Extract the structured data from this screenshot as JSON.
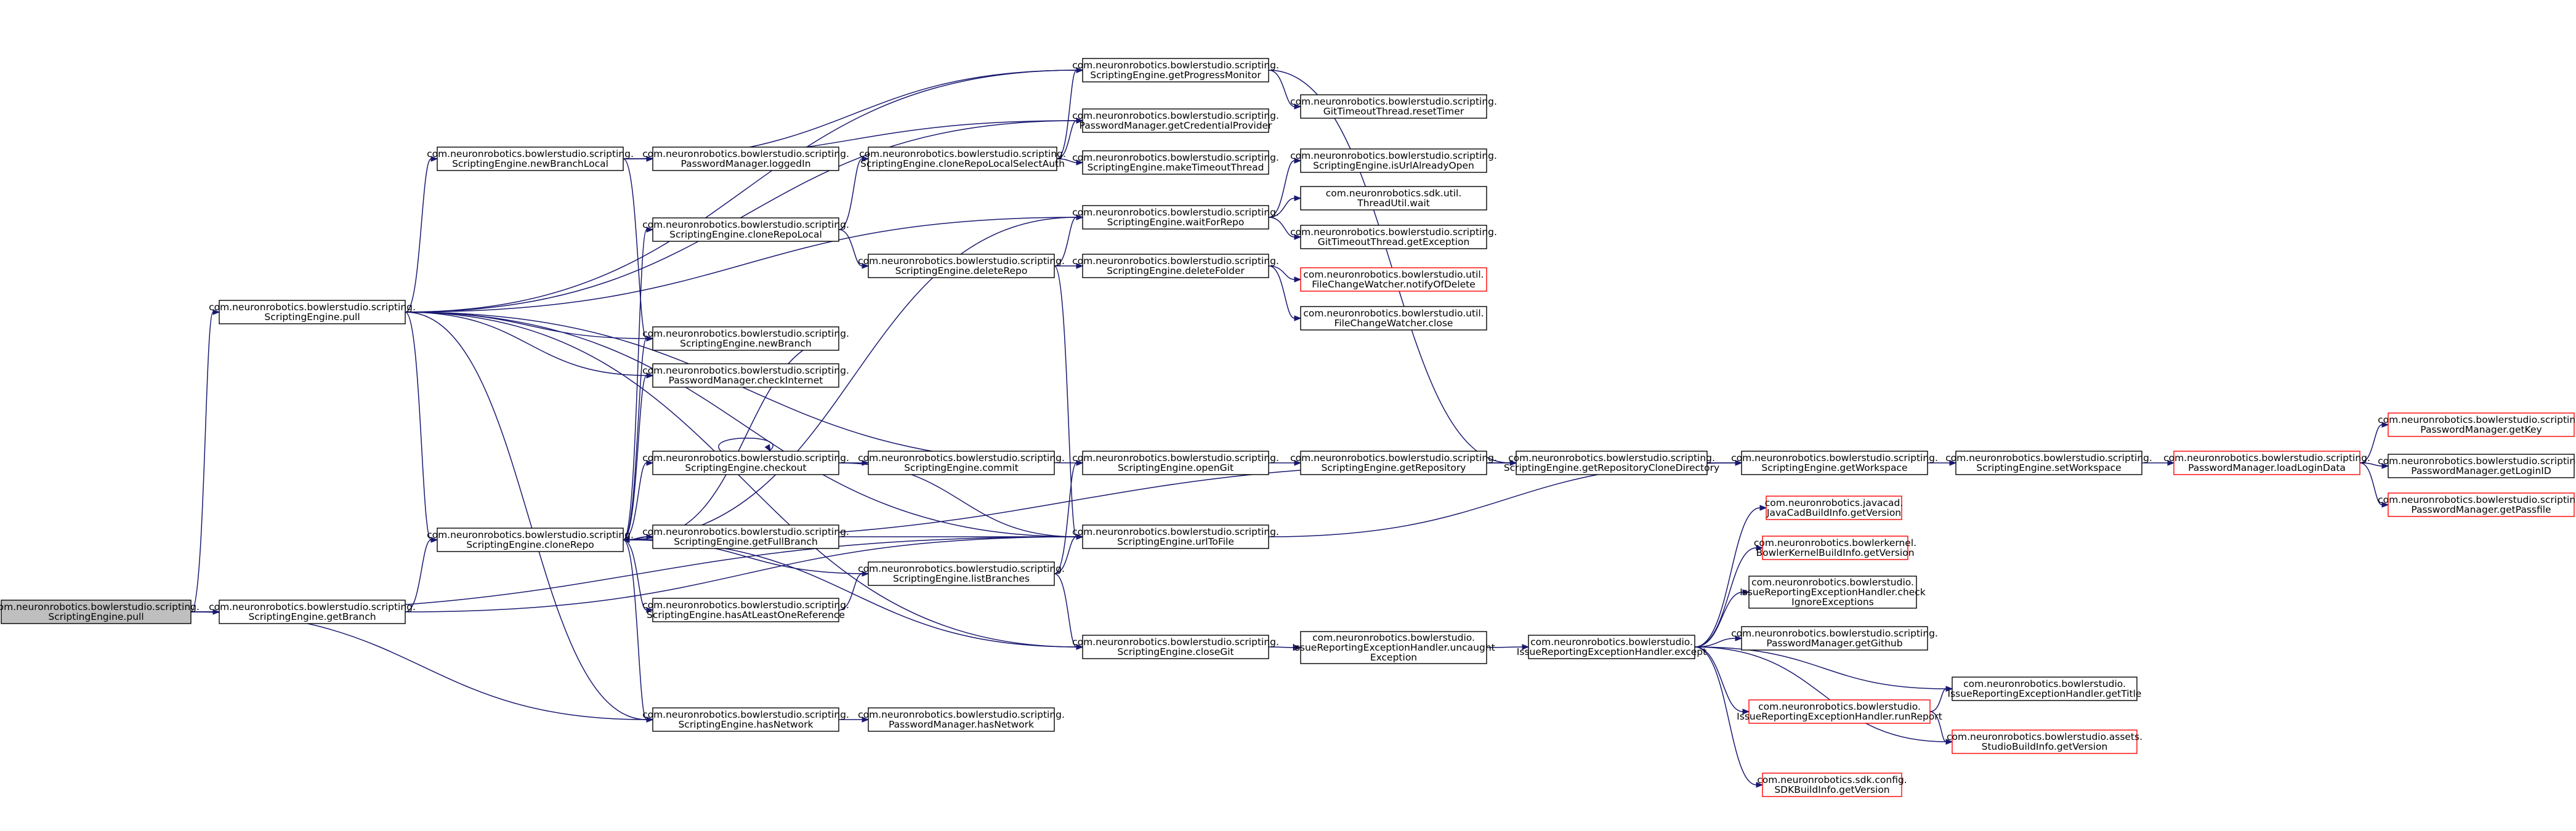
{
  "graph": {
    "nodes": [
      {
        "id": "root",
        "lines": [
          "com.neuronrobotics.bowlerstudio.scripting.",
          "ScriptingEngine.pull"
        ],
        "style": "root"
      },
      {
        "id": "pull2",
        "lines": [
          "com.neuronrobotics.bowlerstudio.scripting.",
          "ScriptingEngine.pull"
        ],
        "style": "normal"
      },
      {
        "id": "getBranch",
        "lines": [
          "com.neuronrobotics.bowlerstudio.scripting.",
          "ScriptingEngine.getBranch"
        ],
        "style": "normal"
      },
      {
        "id": "newBranchLocal",
        "lines": [
          "com.neuronrobotics.bowlerstudio.scripting.",
          "ScriptingEngine.newBranchLocal"
        ],
        "style": "normal"
      },
      {
        "id": "cloneRepo",
        "lines": [
          "com.neuronrobotics.bowlerstudio.scripting.",
          "ScriptingEngine.cloneRepo"
        ],
        "style": "normal"
      },
      {
        "id": "loggedIn",
        "lines": [
          "com.neuronrobotics.bowlerstudio.scripting.",
          "PasswordManager.loggedIn"
        ],
        "style": "normal"
      },
      {
        "id": "cloneRepoLocal",
        "lines": [
          "com.neuronrobotics.bowlerstudio.scripting.",
          "ScriptingEngine.cloneRepoLocal"
        ],
        "style": "normal"
      },
      {
        "id": "newBranch",
        "lines": [
          "com.neuronrobotics.bowlerstudio.scripting.",
          "ScriptingEngine.newBranch"
        ],
        "style": "normal"
      },
      {
        "id": "checkInternet",
        "lines": [
          "com.neuronrobotics.bowlerstudio.scripting.",
          "PasswordManager.checkInternet"
        ],
        "style": "normal"
      },
      {
        "id": "checkout",
        "lines": [
          "com.neuronrobotics.bowlerstudio.scripting.",
          "ScriptingEngine.checkout"
        ],
        "style": "normal"
      },
      {
        "id": "getFullBranch",
        "lines": [
          "com.neuronrobotics.bowlerstudio.scripting.",
          "ScriptingEngine.getFullBranch"
        ],
        "style": "normal"
      },
      {
        "id": "hasAtLeastOneReference",
        "lines": [
          "com.neuronrobotics.bowlerstudio.scripting.",
          "ScriptingEngine.hasAtLeastOneReference"
        ],
        "style": "normal"
      },
      {
        "id": "hasNetworkSE",
        "lines": [
          "com.neuronrobotics.bowlerstudio.scripting.",
          "ScriptingEngine.hasNetwork"
        ],
        "style": "normal"
      },
      {
        "id": "cloneRepoLocalSelectAuth",
        "lines": [
          "com.neuronrobotics.bowlerstudio.scripting.",
          "ScriptingEngine.cloneRepoLocalSelectAuth"
        ],
        "style": "normal"
      },
      {
        "id": "deleteRepo",
        "lines": [
          "com.neuronrobotics.bowlerstudio.scripting.",
          "ScriptingEngine.deleteRepo"
        ],
        "style": "normal"
      },
      {
        "id": "commit",
        "lines": [
          "com.neuronrobotics.bowlerstudio.scripting.",
          "ScriptingEngine.commit"
        ],
        "style": "normal"
      },
      {
        "id": "listBranches",
        "lines": [
          "com.neuronrobotics.bowlerstudio.scripting.",
          "ScriptingEngine.listBranches"
        ],
        "style": "normal"
      },
      {
        "id": "hasNetworkPM",
        "lines": [
          "com.neuronrobotics.bowlerstudio.scripting.",
          "PasswordManager.hasNetwork"
        ],
        "style": "normal"
      },
      {
        "id": "getProgressMonitor",
        "lines": [
          "com.neuronrobotics.bowlerstudio.scripting.",
          "ScriptingEngine.getProgressMonitor"
        ],
        "style": "normal"
      },
      {
        "id": "getCredentialProvider",
        "lines": [
          "com.neuronrobotics.bowlerstudio.scripting.",
          "PasswordManager.getCredentialProvider"
        ],
        "style": "normal"
      },
      {
        "id": "makeTimeoutThread",
        "lines": [
          "com.neuronrobotics.bowlerstudio.scripting.",
          "ScriptingEngine.makeTimeoutThread"
        ],
        "style": "normal"
      },
      {
        "id": "waitForRepo",
        "lines": [
          "com.neuronrobotics.bowlerstudio.scripting.",
          "ScriptingEngine.waitForRepo"
        ],
        "style": "normal"
      },
      {
        "id": "deleteFolder",
        "lines": [
          "com.neuronrobotics.bowlerstudio.scripting.",
          "ScriptingEngine.deleteFolder"
        ],
        "style": "normal"
      },
      {
        "id": "openGit",
        "lines": [
          "com.neuronrobotics.bowlerstudio.scripting.",
          "ScriptingEngine.openGit"
        ],
        "style": "normal"
      },
      {
        "id": "urlToFile",
        "lines": [
          "com.neuronrobotics.bowlerstudio.scripting.",
          "ScriptingEngine.urlToFile"
        ],
        "style": "normal"
      },
      {
        "id": "closeGit",
        "lines": [
          "com.neuronrobotics.bowlerstudio.scripting.",
          "ScriptingEngine.closeGit"
        ],
        "style": "normal"
      },
      {
        "id": "resetTimer",
        "lines": [
          "com.neuronrobotics.bowlerstudio.scripting.",
          "GitTimeoutThread.resetTimer"
        ],
        "style": "normal"
      },
      {
        "id": "isUrlAlreadyOpen",
        "lines": [
          "com.neuronrobotics.bowlerstudio.scripting.",
          "ScriptingEngine.isUrlAlreadyOpen"
        ],
        "style": "normal"
      },
      {
        "id": "threadWait",
        "lines": [
          "com.neuronrobotics.sdk.util.",
          "ThreadUtil.wait"
        ],
        "style": "normal"
      },
      {
        "id": "gitGetException",
        "lines": [
          "com.neuronrobotics.bowlerstudio.scripting.",
          "GitTimeoutThread.getException"
        ],
        "style": "normal"
      },
      {
        "id": "notifyOfDelete",
        "lines": [
          "com.neuronrobotics.bowlerstudio.util.",
          "FileChangeWatcher.notifyOfDelete"
        ],
        "style": "red"
      },
      {
        "id": "fcwClose",
        "lines": [
          "com.neuronrobotics.bowlerstudio.util.",
          "FileChangeWatcher.close"
        ],
        "style": "normal"
      },
      {
        "id": "getRepository",
        "lines": [
          "com.neuronrobotics.bowlerstudio.scripting.",
          "ScriptingEngine.getRepository"
        ],
        "style": "normal"
      },
      {
        "id": "uncaughtException",
        "lines": [
          "com.neuronrobotics.bowlerstudio.",
          "IssueReportingExceptionHandler.uncaught",
          "Exception"
        ],
        "style": "normal"
      },
      {
        "id": "getRepositoryCloneDirectory",
        "lines": [
          "com.neuronrobotics.bowlerstudio.scripting.",
          "ScriptingEngine.getRepositoryCloneDirectory"
        ],
        "style": "normal"
      },
      {
        "id": "except",
        "lines": [
          "com.neuronrobotics.bowlerstudio.",
          "IssueReportingExceptionHandler.except"
        ],
        "style": "normal"
      },
      {
        "id": "getWorkspace",
        "lines": [
          "com.neuronrobotics.bowlerstudio.scripting.",
          "ScriptingEngine.getWorkspace"
        ],
        "style": "normal"
      },
      {
        "id": "javaCadGetVersion",
        "lines": [
          "com.neuronrobotics.javacad.",
          "JavaCadBuildInfo.getVersion"
        ],
        "style": "red"
      },
      {
        "id": "bowlerKernelGetVersion",
        "lines": [
          "com.neuronrobotics.bowlerkernel.",
          "BowlerKernelBuildInfo.getVersion"
        ],
        "style": "red"
      },
      {
        "id": "checkIgnoreExceptions",
        "lines": [
          "com.neuronrobotics.bowlerstudio.",
          "IssueReportingExceptionHandler.check",
          "IgnoreExceptions"
        ],
        "style": "normal"
      },
      {
        "id": "getGithub",
        "lines": [
          "com.neuronrobotics.bowlerstudio.scripting.",
          "PasswordManager.getGithub"
        ],
        "style": "normal"
      },
      {
        "id": "runReport",
        "lines": [
          "com.neuronrobotics.bowlerstudio.",
          "IssueReportingExceptionHandler.runReport"
        ],
        "style": "red"
      },
      {
        "id": "sdkGetVersion",
        "lines": [
          "com.neuronrobotics.sdk.config.",
          "SDKBuildInfo.getVersion"
        ],
        "style": "red"
      },
      {
        "id": "setWorkspace",
        "lines": [
          "com.neuronrobotics.bowlerstudio.scripting.",
          "ScriptingEngine.setWorkspace"
        ],
        "style": "normal"
      },
      {
        "id": "getTitle",
        "lines": [
          "com.neuronrobotics.bowlerstudio.",
          "IssueReportingExceptionHandler.getTitle"
        ],
        "style": "normal"
      },
      {
        "id": "studioGetVersion",
        "lines": [
          "com.neuronrobotics.bowlerstudio.assets.",
          "StudioBuildInfo.getVersion"
        ],
        "style": "red"
      },
      {
        "id": "loadLoginData",
        "lines": [
          "com.neuronrobotics.bowlerstudio.scripting.",
          "PasswordManager.loadLoginData"
        ],
        "style": "red"
      },
      {
        "id": "getKey",
        "lines": [
          "com.neuronrobotics.bowlerstudio.scripting.",
          "PasswordManager.getKey"
        ],
        "style": "red"
      },
      {
        "id": "getLoginID",
        "lines": [
          "com.neuronrobotics.bowlerstudio.scripting.",
          "PasswordManager.getLoginID"
        ],
        "style": "normal"
      },
      {
        "id": "getPassfile",
        "lines": [
          "com.neuronrobotics.bowlerstudio.scripting.",
          "PasswordManager.getPassfile"
        ],
        "style": "red"
      }
    ],
    "edges": [
      [
        "root",
        "pull2"
      ],
      [
        "root",
        "getBranch"
      ],
      [
        "root",
        "hasNetworkSE"
      ],
      [
        "root",
        "urlToFile"
      ],
      [
        "pull2",
        "newBranchLocal"
      ],
      [
        "pull2",
        "cloneRepo"
      ],
      [
        "pull2",
        "newBranch"
      ],
      [
        "pull2",
        "checkInternet"
      ],
      [
        "pull2",
        "hasNetworkSE"
      ],
      [
        "pull2",
        "getProgressMonitor"
      ],
      [
        "pull2",
        "getCredentialProvider"
      ],
      [
        "pull2",
        "waitForRepo"
      ],
      [
        "pull2",
        "openGit"
      ],
      [
        "pull2",
        "urlToFile"
      ],
      [
        "pull2",
        "closeGit"
      ],
      [
        "getBranch",
        "cloneRepo"
      ],
      [
        "getBranch",
        "urlToFile"
      ],
      [
        "newBranchLocal",
        "loggedIn"
      ],
      [
        "newBranchLocal",
        "getCredentialProvider"
      ],
      [
        "newBranchLocal",
        "getProgressMonitor"
      ],
      [
        "newBranchLocal",
        "newBranch"
      ],
      [
        "cloneRepo",
        "cloneRepoLocal"
      ],
      [
        "cloneRepo",
        "newBranch"
      ],
      [
        "cloneRepo",
        "checkInternet"
      ],
      [
        "cloneRepo",
        "checkout"
      ],
      [
        "cloneRepo",
        "getFullBranch"
      ],
      [
        "cloneRepo",
        "hasAtLeastOneReference"
      ],
      [
        "cloneRepo",
        "hasNetworkSE"
      ],
      [
        "cloneRepo",
        "waitForRepo"
      ],
      [
        "cloneRepo",
        "getRepositoryCloneDirectory"
      ],
      [
        "cloneRepo",
        "closeGit"
      ],
      [
        "cloneRepoLocal",
        "cloneRepoLocalSelectAuth"
      ],
      [
        "cloneRepoLocal",
        "deleteRepo"
      ],
      [
        "newBranch",
        "getFullBranch"
      ],
      [
        "checkout",
        "checkout"
      ],
      [
        "checkout",
        "commit"
      ],
      [
        "checkout",
        "urlToFile"
      ],
      [
        "getFullBranch",
        "cloneRepo"
      ],
      [
        "getFullBranch",
        "urlToFile"
      ],
      [
        "hasAtLeastOneReference",
        "listBranches"
      ],
      [
        "hasNetworkSE",
        "hasNetworkPM"
      ],
      [
        "cloneRepoLocalSelectAuth",
        "getProgressMonitor"
      ],
      [
        "cloneRepoLocalSelectAuth",
        "getCredentialProvider"
      ],
      [
        "cloneRepoLocalSelectAuth",
        "makeTimeoutThread"
      ],
      [
        "deleteRepo",
        "waitForRepo"
      ],
      [
        "deleteRepo",
        "deleteFolder"
      ],
      [
        "deleteRepo",
        "urlToFile"
      ],
      [
        "listBranches",
        "cloneRepo"
      ],
      [
        "listBranches",
        "openGit"
      ],
      [
        "listBranches",
        "urlToFile"
      ],
      [
        "listBranches",
        "closeGit"
      ],
      [
        "getProgressMonitor",
        "resetTimer"
      ],
      [
        "getProgressMonitor",
        "getRepositoryCloneDirectory"
      ],
      [
        "waitForRepo",
        "isUrlAlreadyOpen"
      ],
      [
        "waitForRepo",
        "threadWait"
      ],
      [
        "waitForRepo",
        "gitGetException"
      ],
      [
        "deleteFolder",
        "notifyOfDelete"
      ],
      [
        "deleteFolder",
        "fcwClose"
      ],
      [
        "openGit",
        "getRepository"
      ],
      [
        "getRepository",
        "getRepositoryCloneDirectory"
      ],
      [
        "urlToFile",
        "getWorkspace"
      ],
      [
        "closeGit",
        "uncaughtException"
      ],
      [
        "uncaughtException",
        "except"
      ],
      [
        "getRepositoryCloneDirectory",
        "getWorkspace"
      ],
      [
        "getWorkspace",
        "setWorkspace"
      ],
      [
        "setWorkspace",
        "loadLoginData"
      ],
      [
        "loadLoginData",
        "getKey"
      ],
      [
        "loadLoginData",
        "getLoginID"
      ],
      [
        "loadLoginData",
        "getPassfile"
      ],
      [
        "except",
        "javaCadGetVersion"
      ],
      [
        "except",
        "bowlerKernelGetVersion"
      ],
      [
        "except",
        "checkIgnoreExceptions"
      ],
      [
        "except",
        "getGithub"
      ],
      [
        "except",
        "runReport"
      ],
      [
        "except",
        "getTitle"
      ],
      [
        "except",
        "studioGetVersion"
      ],
      [
        "except",
        "sdkGetVersion"
      ],
      [
        "runReport",
        "getTitle"
      ],
      [
        "runReport",
        "studioGetVersion"
      ]
    ]
  },
  "colors": {
    "edge": "#191970",
    "node_border": "#000000",
    "node_border_red": "#ff0000",
    "root_fill": "#bfbfbf",
    "node_fill": "#ffffff",
    "background": "#ffffff"
  }
}
